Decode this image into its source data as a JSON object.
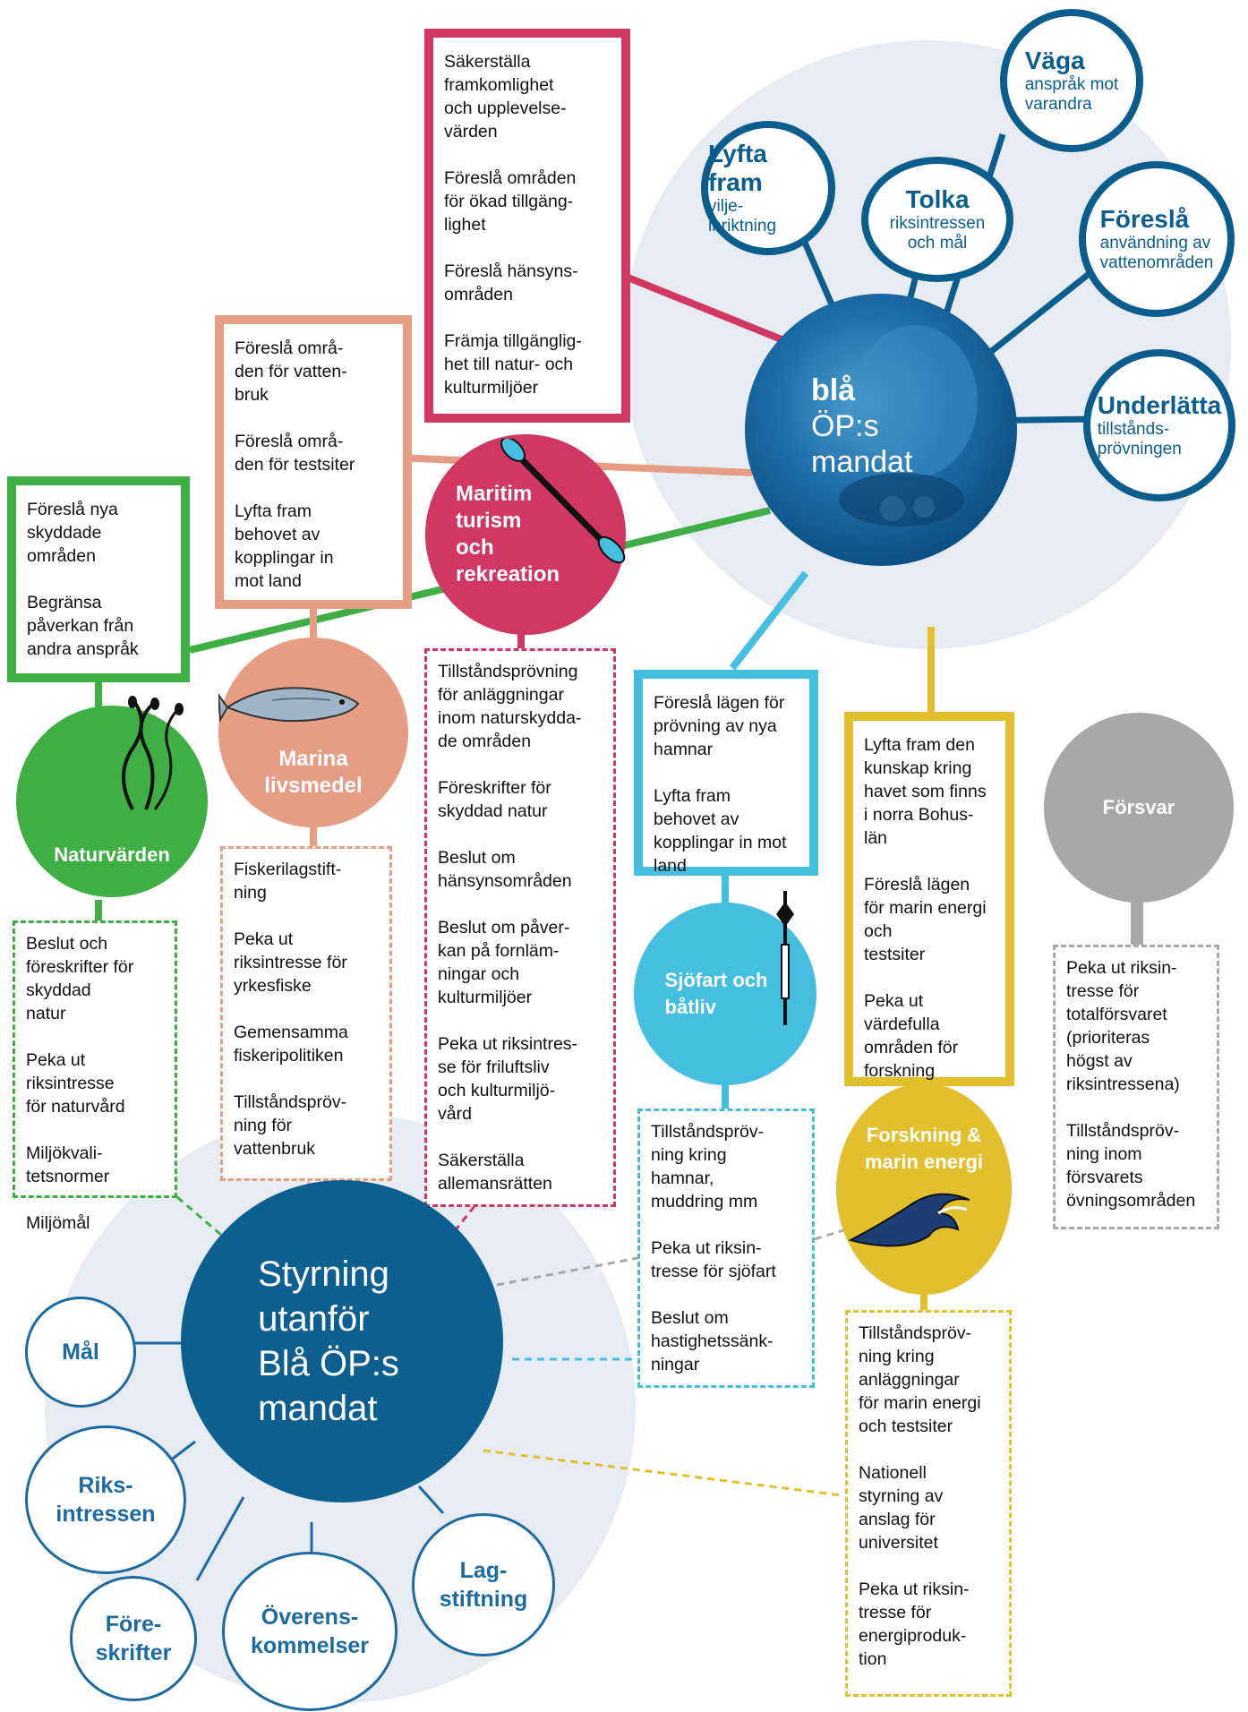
{
  "colors": {
    "blue_dark": "#0b5d8e",
    "crimson": "#d13763",
    "salmon": "#e59e84",
    "green": "#3fae44",
    "cyan": "#45bee0",
    "gold": "#e2bf2d",
    "grey": "#a8a8a8",
    "navy": "#0d5f8f",
    "halo": "#e6ecf2"
  },
  "center": {
    "line1": "blå",
    "line2": "ÖP:s",
    "line3": "mandat"
  },
  "mandate_circles": [
    {
      "title": "Lyfta fram",
      "sub": "vilje-\ninriktning"
    },
    {
      "title": "Tolka",
      "sub": "riksintressen\noch mål"
    },
    {
      "title": "Väga",
      "sub": "anspråk mot\nvarandra"
    },
    {
      "title": "Föreslå",
      "sub": "användning av\nvattenområden"
    },
    {
      "title": "Underlätta",
      "sub": "tillstånds-\nprövningen"
    }
  ],
  "themes": {
    "turism": {
      "label": "Maritim\nturism\noch\nrekreation"
    },
    "livsmedel": {
      "label": "Marina\nlivsmedel"
    },
    "natur": {
      "label": "Naturvärden"
    },
    "sjofart": {
      "label": "Sjöfart och\nbåtliv"
    },
    "forskning": {
      "label": "Forskning &\nmarin energi"
    },
    "forsvar": {
      "label": "Försvar"
    }
  },
  "mandate_boxes": {
    "turism": [
      "Säkerställa\nframkomlighet\noch upplevelse-\nvärden",
      "Föreslå områden\nför ökad tillgäng-\nlighet",
      "Föreslå hänsyns-\nområden",
      "Främja tillgänglig-\nhet till natur- och\nkulturmiljöer"
    ],
    "livsmedel": [
      "Föreslå områ-\nden för vatten-\nbruk",
      "Föreslå områ-\nden för testsiter",
      "Lyfta fram\nbehovet av\nkopplingar in\nmot land"
    ],
    "natur": [
      "Föreslå nya\nskyddade\nområden",
      "Begränsa\npåverkan från\nandra anspråk"
    ],
    "sjofart": [
      "Föreslå lägen för\nprövning av nya\nhamnar",
      "Lyfta fram\nbehovet av\nkopplingar in mot\nland"
    ],
    "forskning": [
      "Lyfta fram den\nkunskap kring\nhavet som finns\ni norra Bohus-\nlän",
      "Föreslå lägen\nför marin energi\noch\ntestsiter",
      "Peka ut\nvärdefulla\nområden för\nforskning"
    ]
  },
  "outside_boxes": {
    "natur": [
      "Beslut och\nföreskrifter för\nskyddad\nnatur",
      "Peka ut\nriksintresse\nför naturvård",
      "Miljökvali-\ntetsnormer",
      "Miljömål"
    ],
    "livsmedel": [
      "Fiskerilagstift-\nning",
      "Peka ut\nriksintresse för\nyrkesfiske",
      "Gemensamma\nfiskeripolitiken",
      "Tillståndspröv-\nning för\nvattenbruk"
    ],
    "turism": [
      "Tillståndsprövning\nför anläggningar\ninom naturskydda-\nde områden",
      "Föreskrifter för\nskyddad natur",
      "Beslut om\nhänsynsområden",
      "Beslut om påver-\nkan på fornläm-\nningar  och\nkulturmiljöer",
      "Peka ut riksintres-\nse för friluftsliv\noch kulturmiljö-\nvård",
      "Säkerställa\nallemansrätten"
    ],
    "sjofart": [
      "Tillståndspröv-\nning kring\nhamnar,\nmuddring mm",
      "Peka ut riksin-\ntresse för sjöfart",
      "Beslut om\nhastighetssänk-\nningar"
    ],
    "forskning": [
      "Tillståndspröv-\nning kring\nanläggningar\nför marin energi\noch testsiter",
      "Nationell\nstyrning av\nanslag för\nuniversitet",
      "Peka ut riksin-\ntresse för\nenergiproduk-\ntion"
    ],
    "forsvar": [
      "Peka ut riksin-\ntresse för\ntotalförsvaret\n(prioriteras\nhögst av\nriksintressena)",
      "Tillståndspröv-\nning inom\nförsvarets\növningsområden"
    ]
  },
  "governance": {
    "center": "Styrning\nutanför\nBlå ÖP:s\nmandat",
    "items": [
      "Mål",
      "Riks-\nintressen",
      "Före-\nskrifter",
      "Överens-\nkommelser",
      "Lag-\nstiftning"
    ]
  }
}
